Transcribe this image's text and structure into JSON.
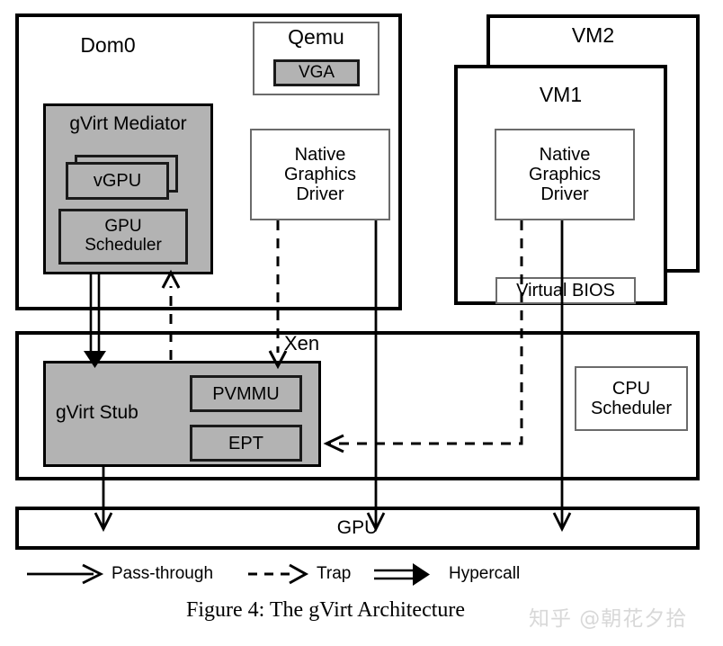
{
  "figure": {
    "caption": "Figure 4: The gVirt Architecture",
    "watermark": "知乎 @朝花夕拾",
    "colors": {
      "gray_fill": "#b3b3b3",
      "stroke": "#000000",
      "thin_stroke": "#6b6b6b",
      "watermark": "#d8d8d8",
      "background": "#ffffff"
    }
  },
  "dom0": {
    "title": "Dom0",
    "mediator": {
      "title": "gVirt Mediator",
      "vgpu": "vGPU",
      "gpu_scheduler": "GPU\nScheduler"
    },
    "qemu": {
      "title": "Qemu",
      "vga": "VGA"
    },
    "native_driver": "Native\nGraphics\nDriver"
  },
  "vm2": {
    "title": "VM2"
  },
  "vm1": {
    "title": "VM1",
    "native_driver": "Native\nGraphics\nDriver",
    "virtual_bios": "Virtual BIOS"
  },
  "xen": {
    "title": "Xen",
    "stub": {
      "title": "gVirt Stub",
      "pvmmu": "PVMMU",
      "ept": "EPT"
    },
    "cpu_scheduler": "CPU\nScheduler"
  },
  "gpu": {
    "title": "GPU"
  },
  "legend": {
    "items": [
      {
        "icon": "solid-arrow-icon",
        "label": "Pass-through"
      },
      {
        "icon": "dashed-arrow-icon",
        "label": "Trap"
      },
      {
        "icon": "double-line-arrow-icon",
        "label": "Hypercall"
      }
    ]
  }
}
